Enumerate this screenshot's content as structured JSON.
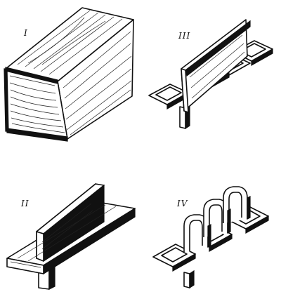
{
  "labels": {
    "stage_1": "I",
    "stage_2": "II",
    "stage_3": "III",
    "stage_4": "IV"
  },
  "colors": {
    "ink": "#111111",
    "paper": "#ffffff"
  }
}
